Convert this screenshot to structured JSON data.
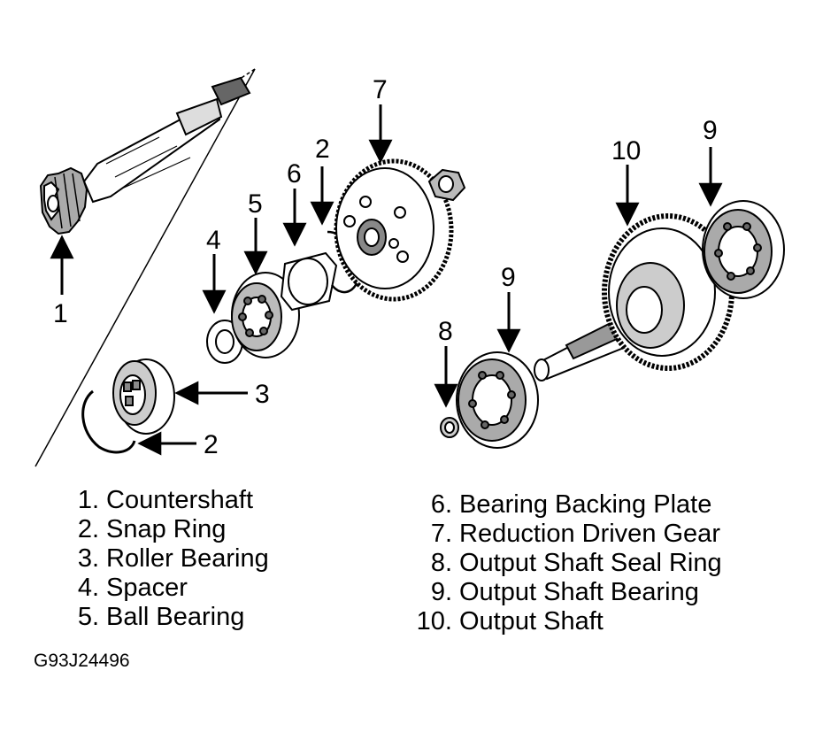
{
  "callouts": {
    "c1": "1",
    "c2_top": "2",
    "c2_bottom": "2",
    "c3": "3",
    "c4": "4",
    "c5": "5",
    "c6": "6",
    "c7": "7",
    "c8": "8",
    "c9_top": "9",
    "c9_mid": "9",
    "c10": "10"
  },
  "legend_left": [
    {
      "num": "1.",
      "label": "Countershaft"
    },
    {
      "num": "2.",
      "label": "Snap Ring"
    },
    {
      "num": "3.",
      "label": "Roller Bearing"
    },
    {
      "num": "4.",
      "label": "Spacer"
    },
    {
      "num": "5.",
      "label": "Ball Bearing"
    }
  ],
  "legend_right": [
    {
      "num": "6.",
      "label": "Bearing Backing Plate"
    },
    {
      "num": "7.",
      "label": "Reduction Driven Gear"
    },
    {
      "num": "8.",
      "label": "Output Shaft Seal Ring"
    },
    {
      "num": "9.",
      "label": "Output Shaft Bearing"
    },
    {
      "num": "10.",
      "label": "Output Shaft"
    }
  ],
  "figure_code": "G93J24496"
}
